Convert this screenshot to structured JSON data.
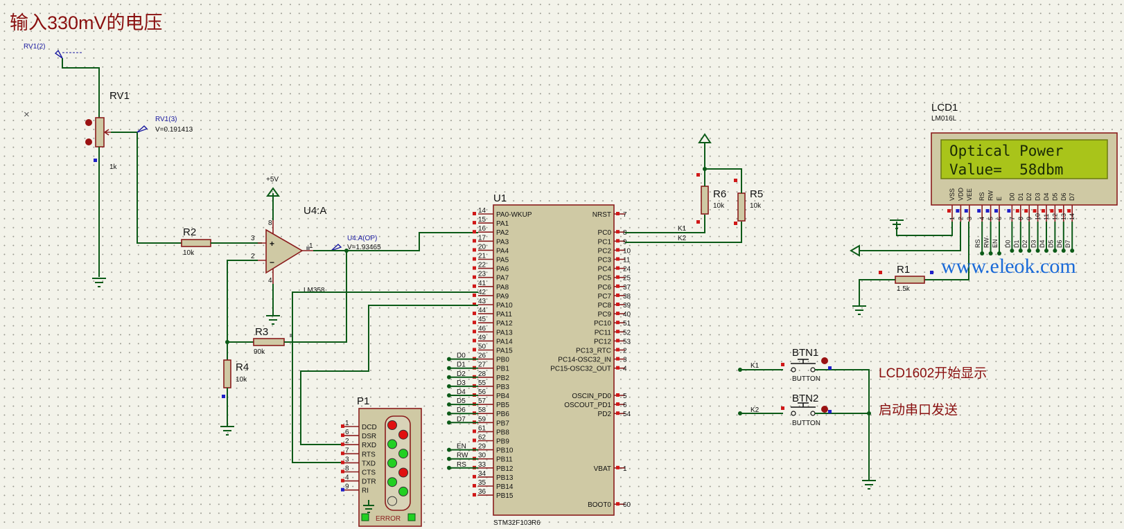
{
  "title": "输入330mV的电压",
  "rv1": {
    "ref": "RV1",
    "value": "1k",
    "probe_top": "RV1(2)",
    "probe_mid": "RV1(3)",
    "probe_voltage": "V=0.191413"
  },
  "opamp": {
    "ref": "U4:A",
    "part": "LM358",
    "supply": "+5V",
    "probe": "U4:A(OP)",
    "probe_voltage": "V=1.93465",
    "pin_labels": [
      "3",
      "2",
      "1",
      "8",
      "4"
    ]
  },
  "resistors": {
    "r2": {
      "ref": "R2",
      "value": "10k"
    },
    "r3": {
      "ref": "R3",
      "value": "90k"
    },
    "r4": {
      "ref": "R4",
      "value": "10k"
    },
    "r5": {
      "ref": "R5",
      "value": "10k"
    },
    "r6": {
      "ref": "R6",
      "value": "10k"
    },
    "r1": {
      "ref": "R1",
      "value": "1.5k"
    }
  },
  "mcu": {
    "ref": "U1",
    "part": "STM32F103R6",
    "left_pins": [
      {
        "num": "14",
        "name": "PA0-WKUP"
      },
      {
        "num": "15",
        "name": "PA1"
      },
      {
        "num": "16",
        "name": "PA2"
      },
      {
        "num": "17",
        "name": "PA3"
      },
      {
        "num": "20",
        "name": "PA4"
      },
      {
        "num": "21",
        "name": "PA5"
      },
      {
        "num": "22",
        "name": "PA6"
      },
      {
        "num": "23",
        "name": "PA7"
      },
      {
        "num": "41",
        "name": "PA8"
      },
      {
        "num": "42",
        "name": "PA9"
      },
      {
        "num": "43",
        "name": "PA10"
      },
      {
        "num": "44",
        "name": "PA11"
      },
      {
        "num": "45",
        "name": "PA12"
      },
      {
        "num": "46",
        "name": "PA13"
      },
      {
        "num": "49",
        "name": "PA14"
      },
      {
        "num": "50",
        "name": "PA15"
      },
      {
        "num": "26",
        "name": "PB0"
      },
      {
        "num": "27",
        "name": "PB1"
      },
      {
        "num": "28",
        "name": "PB2"
      },
      {
        "num": "55",
        "name": "PB3"
      },
      {
        "num": "56",
        "name": "PB4"
      },
      {
        "num": "57",
        "name": "PB5"
      },
      {
        "num": "58",
        "name": "PB6"
      },
      {
        "num": "59",
        "name": "PB7"
      },
      {
        "num": "61",
        "name": "PB8"
      },
      {
        "num": "62",
        "name": "PB9"
      },
      {
        "num": "29",
        "name": "PB10"
      },
      {
        "num": "30",
        "name": "PB11"
      },
      {
        "num": "33",
        "name": "PB12"
      },
      {
        "num": "34",
        "name": "PB13"
      },
      {
        "num": "35",
        "name": "PB14"
      },
      {
        "num": "36",
        "name": "PB15"
      }
    ],
    "right_pins": [
      {
        "num": "7",
        "name": "NRST",
        "row": 0
      },
      {
        "num": "8",
        "name": "PC0",
        "row": 2
      },
      {
        "num": "9",
        "name": "PC1",
        "row": 3
      },
      {
        "num": "10",
        "name": "PC2",
        "row": 4
      },
      {
        "num": "11",
        "name": "PC3",
        "row": 5
      },
      {
        "num": "24",
        "name": "PC4",
        "row": 6
      },
      {
        "num": "25",
        "name": "PC5",
        "row": 7
      },
      {
        "num": "37",
        "name": "PC6",
        "row": 8
      },
      {
        "num": "38",
        "name": "PC7",
        "row": 9
      },
      {
        "num": "39",
        "name": "PC8",
        "row": 10
      },
      {
        "num": "40",
        "name": "PC9",
        "row": 11
      },
      {
        "num": "51",
        "name": "PC10",
        "row": 12
      },
      {
        "num": "52",
        "name": "PC11",
        "row": 13
      },
      {
        "num": "53",
        "name": "PC12",
        "row": 14
      },
      {
        "num": "2",
        "name": "PC13_RTC",
        "row": 15
      },
      {
        "num": "3",
        "name": "PC14-OSC32_IN",
        "row": 16
      },
      {
        "num": "4",
        "name": "PC15-OSC32_OUT",
        "row": 17
      },
      {
        "num": "5",
        "name": "OSCIN_PD0",
        "row": 20
      },
      {
        "num": "6",
        "name": "OSCOUT_PD1",
        "row": 21
      },
      {
        "num": "54",
        "name": "PD2",
        "row": 22
      },
      {
        "num": "1",
        "name": "VBAT",
        "row": 28
      },
      {
        "num": "60",
        "name": "BOOT0",
        "row": 32
      }
    ],
    "bus_labels": [
      "D0",
      "D1",
      "D2",
      "D3",
      "D4",
      "D5",
      "D6",
      "D7"
    ],
    "ctrl_labels": [
      "EN",
      "RW",
      "RS"
    ]
  },
  "net_labels": {
    "k1": "K1",
    "k2": "K2"
  },
  "lcd": {
    "ref": "LCD1",
    "part": "LM016L",
    "line1": "Optical Power",
    "line2": "Value=  58dbm",
    "pin_names": [
      "VSS",
      "VDD",
      "VEE",
      "RS",
      "RW",
      "E",
      "D0",
      "D1",
      "D2",
      "D3",
      "D4",
      "D5",
      "D6",
      "D7"
    ],
    "pin_numbers": [
      "1",
      "2",
      "3",
      "4",
      "5",
      "6",
      "7",
      "8",
      "9",
      "10",
      "11",
      "12",
      "13",
      "14"
    ],
    "bus_labels": [
      "RS",
      "RW",
      "EN",
      "D0",
      "D1",
      "D2",
      "D3",
      "D4",
      "D5",
      "D6",
      "D7"
    ]
  },
  "buttons": {
    "btn1": {
      "ref": "BTN1",
      "part": "BUTTON"
    },
    "btn2": {
      "ref": "BTN2",
      "part": "BUTTON"
    },
    "note1": "LCD1602开始显示",
    "note2": "启动串口发送"
  },
  "p1": {
    "ref": "P1",
    "status": "ERROR",
    "pins": [
      {
        "num": "1",
        "name": "DCD"
      },
      {
        "num": "6",
        "name": "DSR"
      },
      {
        "num": "2",
        "name": "RXD"
      },
      {
        "num": "7",
        "name": "RTS"
      },
      {
        "num": "3",
        "name": "TXD"
      },
      {
        "num": "8",
        "name": "CTS"
      },
      {
        "num": "4",
        "name": "DTR"
      },
      {
        "num": "9",
        "name": "RI"
      }
    ],
    "led_colors": [
      "#e01010",
      "#e01010",
      "#22d022",
      "#22d022",
      "#22d022",
      "#e01010",
      "#22d022",
      "#22d022",
      "#d8d3b8"
    ]
  },
  "watermark": "www.eleok.com",
  "colors": {
    "wire": "#0b5a17",
    "component_outline": "#8a1c1c",
    "body_fill": "#cfc9a4",
    "lcd_screen": "#a9c41a",
    "note_text": "#8a1010",
    "watermark": "#1a6ad8"
  }
}
